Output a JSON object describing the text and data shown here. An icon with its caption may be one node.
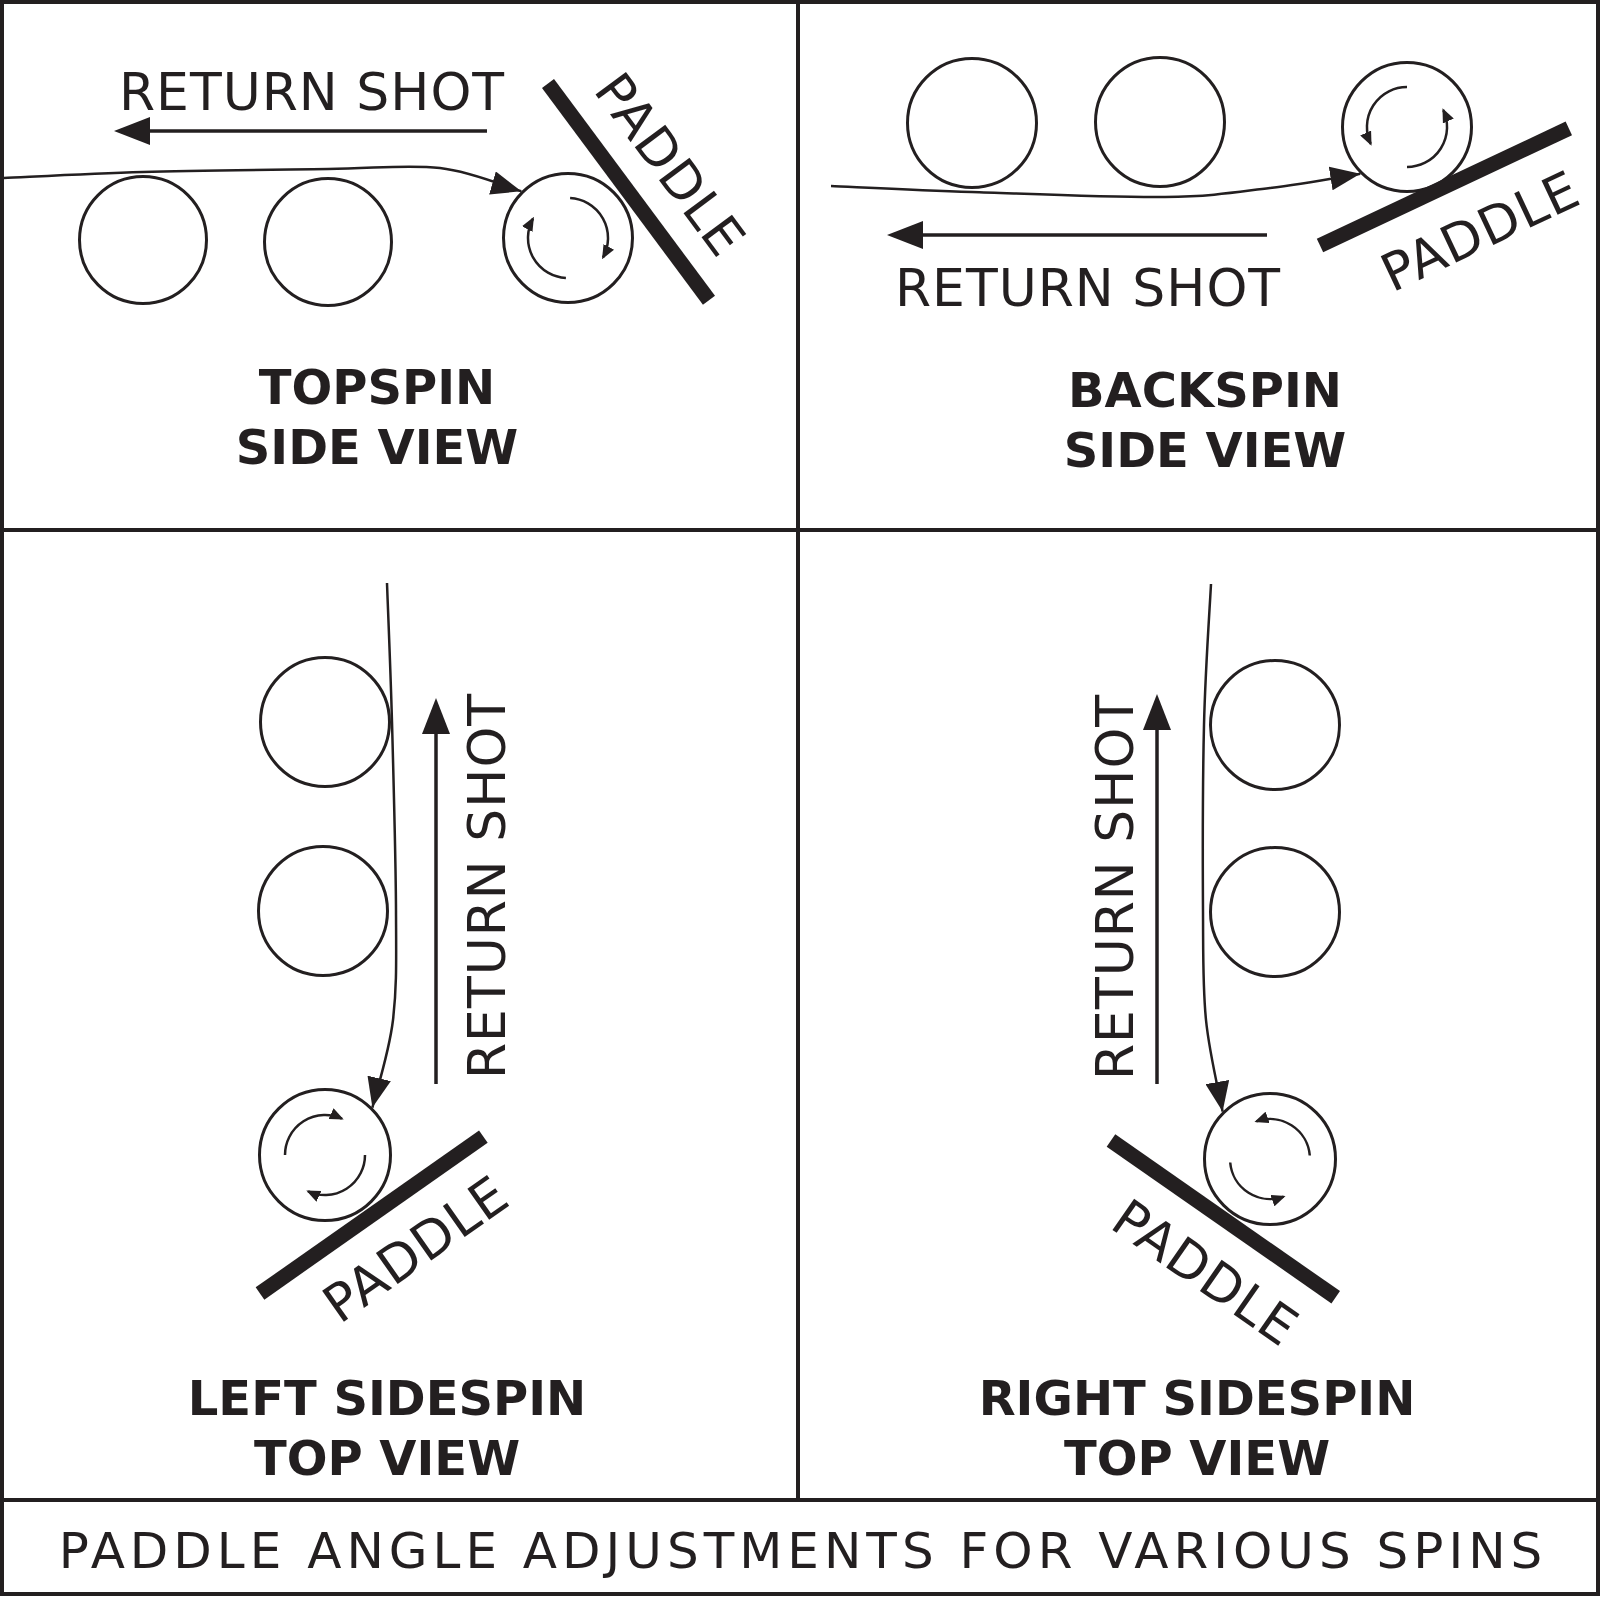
{
  "diagram": {
    "caption": "PADDLE ANGLE ADJUSTMENTS FOR VARIOUS SPINS",
    "nodes": [
      {
        "text": [
          "TOPSPIN SIDE VIEW"
        ]
      },
      {
        "text": [],
        "shape": "circle",
        "in": 0
      },
      {
        "text": [],
        "shape": "circle",
        "in": 0
      },
      {
        "text": [],
        "shape": "circle",
        "in": 0
      },
      {
        "text": [
          "PADDLE"
        ],
        "in": 0
      },
      {
        "text": [
          "BACKSPIN SIDE VIEW"
        ]
      },
      {
        "text": [],
        "shape": "circle",
        "in": 5
      },
      {
        "text": [],
        "shape": "circle",
        "in": 5
      },
      {
        "text": [],
        "shape": "circle",
        "in": 5
      },
      {
        "text": [
          "PADDLE"
        ],
        "in": 5
      },
      {
        "text": [
          "LEFT SIDESPIN TOP VIEW"
        ]
      },
      {
        "text": [],
        "shape": "circle",
        "in": 10
      },
      {
        "text": [],
        "shape": "circle",
        "in": 10
      },
      {
        "text": [],
        "shape": "circle",
        "in": 10
      },
      {
        "text": [
          "PADDLE"
        ],
        "in": 10
      },
      {
        "text": [
          "RIGHT SIDESPIN TOP VIEW"
        ]
      },
      {
        "text": [],
        "shape": "circle",
        "in": 15
      },
      {
        "text": [],
        "shape": "circle",
        "in": 15
      },
      {
        "text": [],
        "shape": "circle",
        "in": 15
      },
      {
        "text": [
          "PADDLE"
        ],
        "in": 15
      }
    ],
    "edges": [
      {
        "from": null,
        "to": 3,
        "arrow": "to"
      },
      {
        "from": null,
        "to": 8,
        "arrow": "to"
      },
      {
        "from": null,
        "to": 13,
        "arrow": "to"
      },
      {
        "from": null,
        "to": 18,
        "arrow": "to"
      }
    ],
    "labels": [
      "RETURN SHOT",
      "RETURN SHOT",
      "RETURN SHOT",
      "RETURN SHOT"
    ]
  }
}
